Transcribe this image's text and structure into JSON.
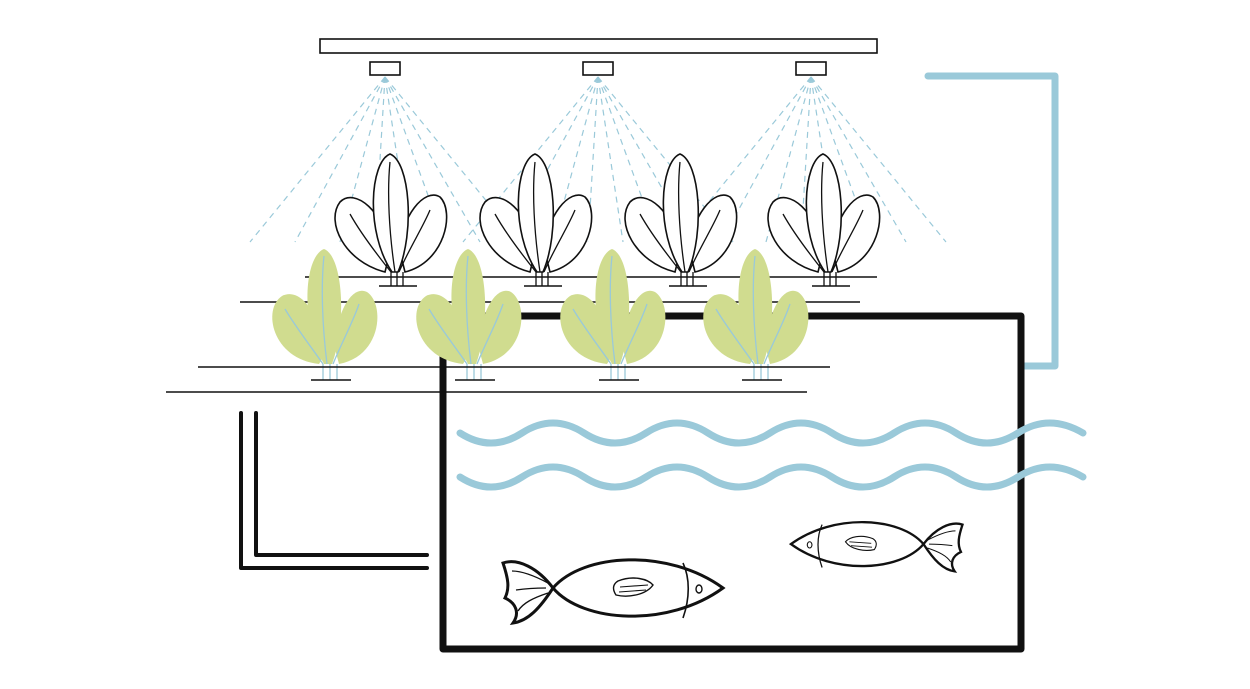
{
  "colors": {
    "ink": "#111111",
    "water": "#9ac9d9",
    "leaf_green": "#d0dc8f",
    "background": "#ffffff"
  },
  "illustration": {
    "subject": "aquaponics-indoor-farm",
    "grow_lights": 3,
    "back_row_plants": 4,
    "front_row_plants": 4,
    "fish": 2,
    "water_waves": 2,
    "icons": [
      "grow-light-icon",
      "plant-icon",
      "fish-icon",
      "water-wave-icon",
      "pipe-icon"
    ]
  }
}
